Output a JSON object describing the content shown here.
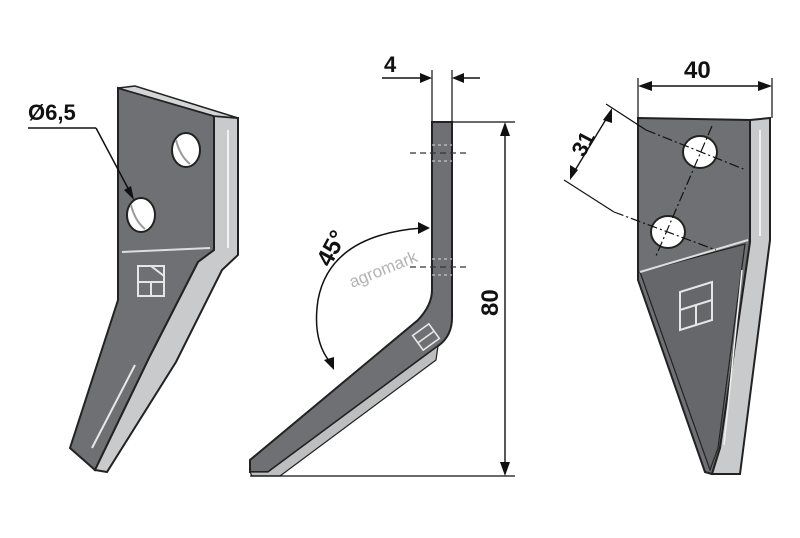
{
  "drawing": {
    "labels": {
      "hole_diameter": "Ø6,5",
      "thickness": "4",
      "angle": "45°",
      "height": "80",
      "hole_spacing": "31",
      "width": "40"
    },
    "watermark": "agromark",
    "colors": {
      "steel": "#6f7074",
      "steel_dark": "#5d5e62",
      "edge": "#c9cacb",
      "line": "#111111"
    }
  }
}
